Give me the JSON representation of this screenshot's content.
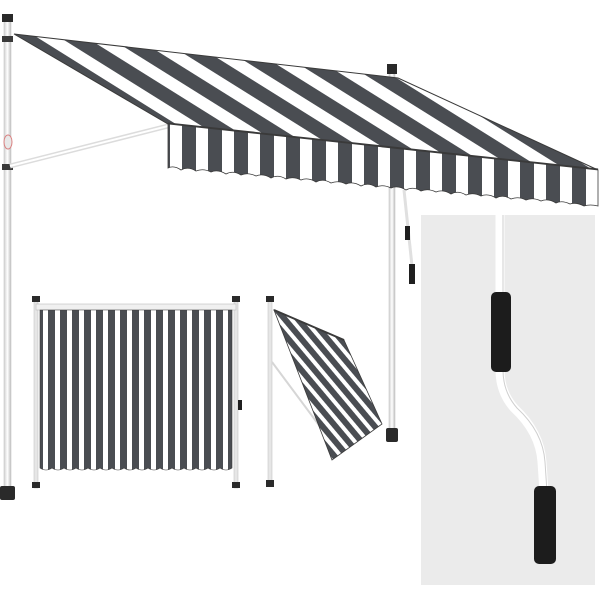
{
  "product": {
    "stripe_dark": "#4a4d52",
    "stripe_light": "#ffffff",
    "frame_color": "#f2f2f2",
    "handle_color": "#1c1c1c",
    "inset_background": "#ebebeb"
  },
  "views": [
    {
      "name": "main-awning-extended-view",
      "icon": "awning-icon"
    },
    {
      "name": "front-view-lowered",
      "icon": "awning-front-icon"
    },
    {
      "name": "side-view-angled",
      "icon": "awning-side-icon"
    },
    {
      "name": "crank-handle-detail-inset",
      "icon": "crank-handle-icon"
    }
  ]
}
